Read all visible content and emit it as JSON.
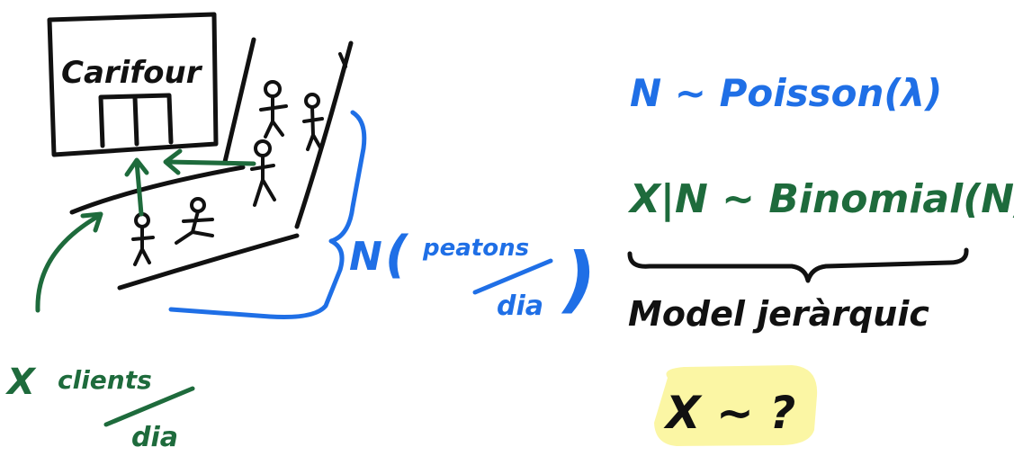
{
  "colors": {
    "black_ink": "#111111",
    "blue_ink": "#1f6fe6",
    "green_ink": "#1e6b3c",
    "highlight": "#fbf59a"
  },
  "store": {
    "name": "Carifour"
  },
  "pedestrians": {
    "variable": "N",
    "numerator": "peatons",
    "denominator": "dia"
  },
  "clients": {
    "variable": "X",
    "numerator": "clients",
    "denominator": "dia"
  },
  "formulas": {
    "poisson": "N ~ Poisson(λ)",
    "binomial": "X|N ~ Binomial(N,p)",
    "caption": "Model jeràrquic",
    "question": "X ~ ?"
  }
}
